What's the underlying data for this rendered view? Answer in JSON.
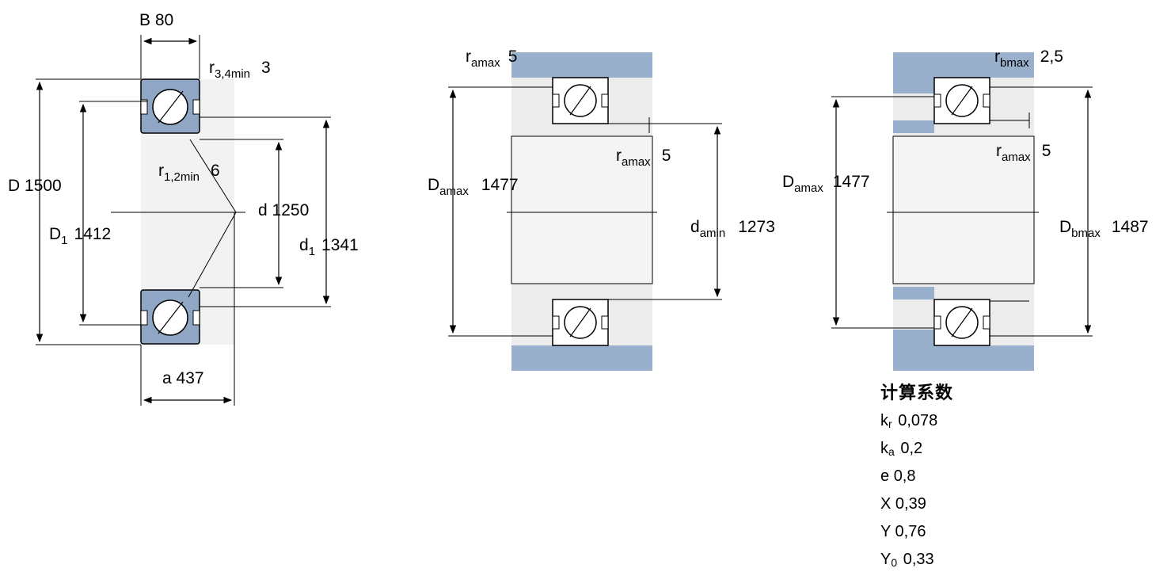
{
  "diagram1": {
    "B": {
      "sym": "B",
      "val": "80"
    },
    "r34": {
      "sym": "r",
      "sub": "3,4min",
      "val": "3"
    },
    "r12": {
      "sym": "r",
      "sub": "1,2min",
      "val": "6"
    },
    "D": {
      "sym": "D",
      "val": "1500"
    },
    "D1": {
      "sym": "D",
      "sub": "1",
      "val": "1412"
    },
    "d": {
      "sym": "d",
      "val": "1250"
    },
    "d1": {
      "sym": "d",
      "sub": "1",
      "val": "1341"
    },
    "a": {
      "sym": "a",
      "val": "437"
    }
  },
  "diagram2": {
    "ra_top": {
      "sym": "r",
      "sub": "amax",
      "val": "5"
    },
    "ra_mid": {
      "sym": "r",
      "sub": "amax",
      "val": "5"
    },
    "Da": {
      "sym": "D",
      "sub": "amax",
      "val": "1477"
    },
    "da": {
      "sym": "d",
      "sub": "amin",
      "val": "1273"
    }
  },
  "diagram3": {
    "rb": {
      "sym": "r",
      "sub": "bmax",
      "val": "2,5"
    },
    "ra": {
      "sym": "r",
      "sub": "amax",
      "val": "5"
    },
    "Da": {
      "sym": "D",
      "sub": "amax",
      "val": "1477"
    },
    "Db": {
      "sym": "D",
      "sub": "bmax",
      "val": "1487"
    }
  },
  "coefficients": {
    "title": "计算系数",
    "kr": {
      "sym": "k",
      "sub": "r",
      "val": "0,078"
    },
    "ka": {
      "sym": "k",
      "sub": "a",
      "val": "0,2"
    },
    "e": {
      "sym": "e",
      "val": "0,8"
    },
    "X": {
      "sym": "X",
      "val": "0,39"
    },
    "Y": {
      "sym": "Y",
      "val": "0,76"
    },
    "Y0": {
      "sym": "Y",
      "sub": "0",
      "val": "0,33"
    }
  },
  "colors": {
    "bearing": "#8fa7c4",
    "housing": "#99b0cc",
    "hatch": "#e6e6e6",
    "line": "#000000"
  }
}
